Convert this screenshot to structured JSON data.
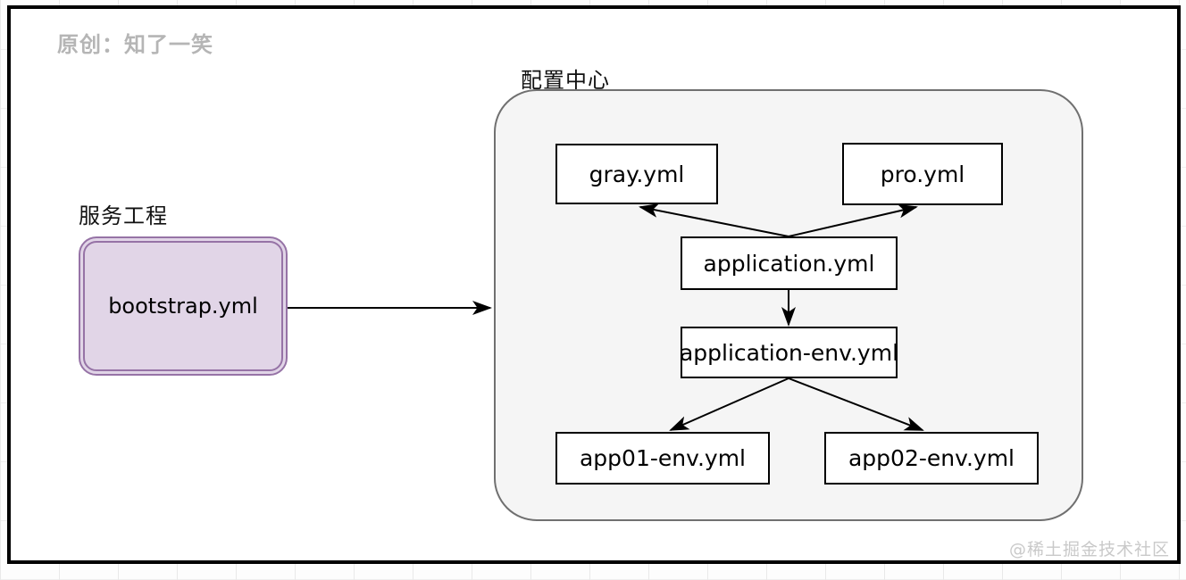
{
  "watermarks": {
    "top_left": "原创：知了一笑",
    "bottom_right": "@稀土掘金技术社区"
  },
  "service_group": {
    "label": "服务工程",
    "node": "bootstrap.yml"
  },
  "config_center": {
    "label": "配置中心",
    "nodes": [
      "gray.yml",
      "pro.yml",
      "application.yml",
      "application-env.yml",
      "app01-env.yml",
      "app02-env.yml"
    ]
  },
  "edges": [
    {
      "from": "bootstrap.yml",
      "to": "配置中心"
    },
    {
      "from": "application.yml",
      "to": "gray.yml"
    },
    {
      "from": "application.yml",
      "to": "pro.yml"
    },
    {
      "from": "application.yml",
      "to": "application-env.yml"
    },
    {
      "from": "application-env.yml",
      "to": "app01-env.yml"
    },
    {
      "from": "application-env.yml",
      "to": "app02-env.yml"
    }
  ],
  "colors": {
    "service_node_fill": "#e1d5e7",
    "service_node_border": "#9673a6",
    "container_fill": "#f5f5f5",
    "container_border": "#707070",
    "node_fill": "#ffffff",
    "node_border": "#000000",
    "edge": "#000000",
    "watermark": "#b5b5b5"
  }
}
